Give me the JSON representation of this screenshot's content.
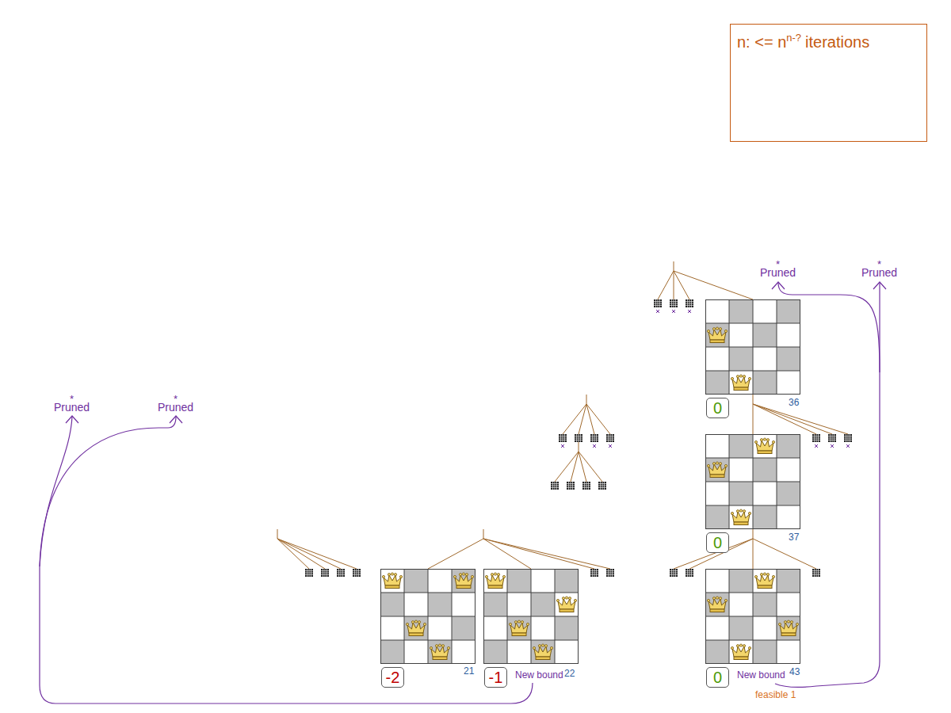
{
  "diagram": {
    "nodes": [
      {
        "text": [
          "n: <= n",
          "n-?",
          "iterations"
        ]
      },
      {
        "text": [
          "0"
        ]
      },
      {
        "text": [
          "0"
        ]
      },
      {
        "text": [
          "-2"
        ]
      },
      {
        "text": [
          "-1"
        ]
      },
      {
        "text": [
          "0"
        ]
      }
    ],
    "labels": [
      "*",
      "Pruned",
      "*",
      "Pruned",
      "36",
      "*",
      "Pruned",
      "*",
      "Pruned",
      "37",
      "21",
      "New bound",
      "22",
      "New bound",
      "43",
      "feasible 1"
    ]
  }
}
